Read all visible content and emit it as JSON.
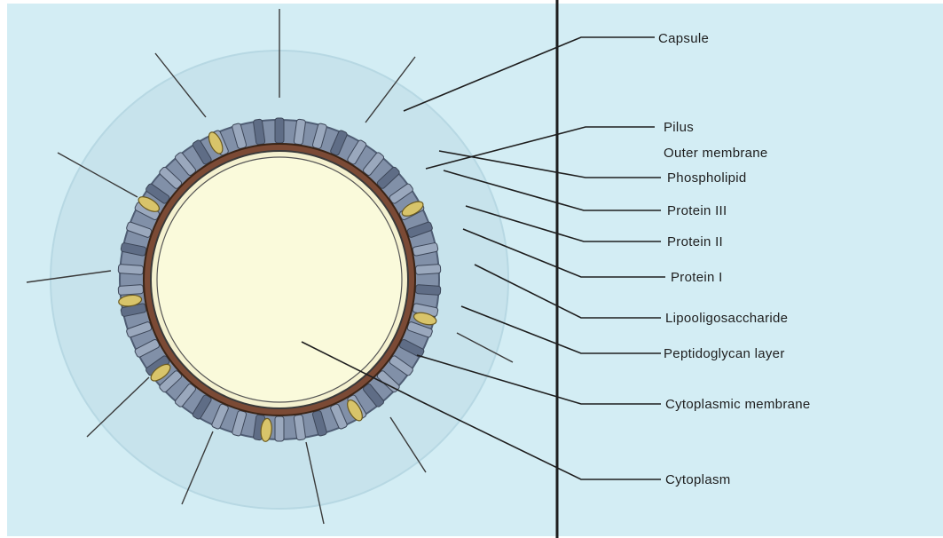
{
  "diagram": {
    "colors": {
      "background": "#d3edf4",
      "capsule_halo": "#c2e0ea",
      "outer_membrane": "#7f8ea6",
      "cytoplasm": "#fafadb",
      "pili": "#3a3a3a",
      "divider": "#1e1e1e"
    },
    "labels": {
      "capsule": "Capsule",
      "pilus": "Pilus",
      "outer_membrane": "Outer membrane",
      "phospholipid": "Phospholipid",
      "protein_iii": "Protein III",
      "protein_ii": "Protein II",
      "protein_i": "Protein I",
      "lipooligosaccharide": "Lipooligosaccharide",
      "peptidoglycan": "Peptidoglycan layer",
      "cytoplasmic_membrane": "Cytoplasmic membrane",
      "cytoplasm": "Cytoplasm"
    }
  }
}
